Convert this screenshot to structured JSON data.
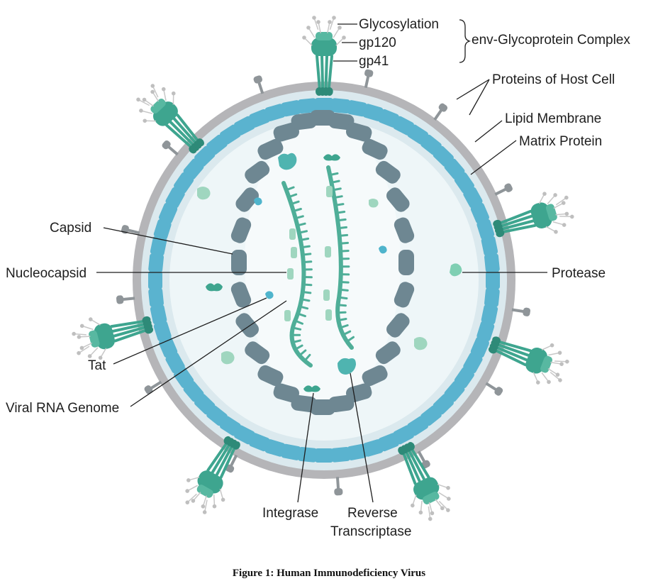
{
  "figure": {
    "caption": "Figure 1: Human Immunodeficiency Virus",
    "labels": {
      "glycosylation": "Glycosylation",
      "gp120": "gp120",
      "gp41": "gp41",
      "env_complex": "env-Glycoprotein Complex",
      "host_proteins": "Proteins of Host Cell",
      "lipid_membrane": "Lipid Membrane",
      "matrix_protein": "Matrix Protein",
      "capsid": "Capsid",
      "nucleocapsid": "Nucleocapsid",
      "protease": "Protease",
      "tat": "Tat",
      "viral_rna": "Viral RNA Genome",
      "integrase": "Integrase",
      "reverse_transcriptase_1": "Reverse",
      "reverse_transcriptase_2": "Transcriptase"
    }
  },
  "colors": {
    "membrane": "#b5b5b8",
    "matrix": "#5ab3cf",
    "interior": "#eef6f8",
    "capsid": "#6e8792",
    "glycoprotein": "#3ea58f",
    "rna": "#4fae98",
    "nucleocapsid": "#9fd6bf"
  }
}
